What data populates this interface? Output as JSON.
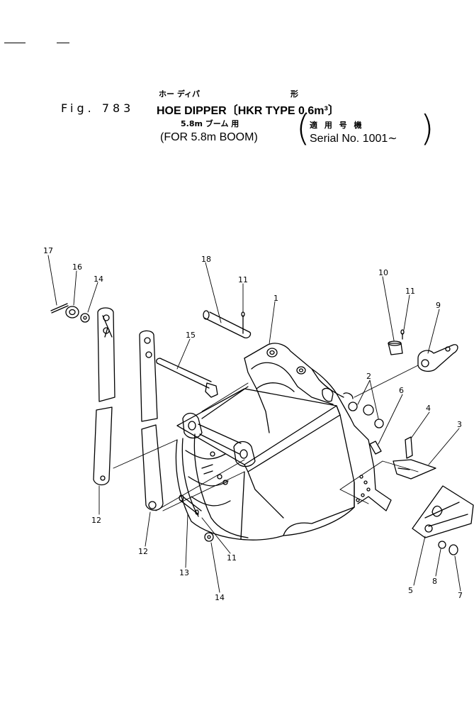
{
  "header": {
    "fig_label": "Fig. 783",
    "title_jp": "ホー ディパ",
    "title_jp2": "形",
    "title_en": "HOE DIPPER〔HKR TYPE 0.6m³〕",
    "boom_jp": "5.8m ブーム 用",
    "boom_en": "(FOR 5.8m BOOM)",
    "serial_jp": "適 用 号 機",
    "serial_en": "Serial No. 1001∼"
  },
  "callouts": [
    "17",
    "16",
    "14",
    "18",
    "11",
    "1",
    "15",
    "10",
    "11",
    "9",
    "2",
    "6",
    "4",
    "3",
    "12",
    "12",
    "11",
    "13",
    "14",
    "5",
    "8",
    "7"
  ]
}
